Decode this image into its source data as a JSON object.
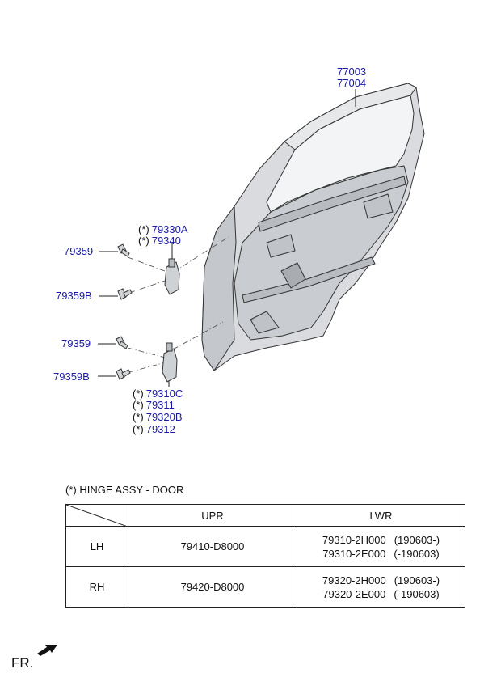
{
  "callouts": {
    "part_77003": "77003",
    "part_77004": "77004",
    "part_79330A": "79330A",
    "part_79340": "79340",
    "part_79359_upper": "79359",
    "part_79359B_upper": "79359B",
    "part_79359_lower": "79359",
    "part_79359B_lower": "79359B",
    "part_79310C": "79310C",
    "part_79311": "79311",
    "part_79320B": "79320B",
    "part_79312": "79312",
    "asterisk": "(*)"
  },
  "note": {
    "marker": "(*)",
    "title": "HINGE ASSY - DOOR"
  },
  "table": {
    "headers": [
      "UPR",
      "LWR"
    ],
    "rows": [
      {
        "side": "LH",
        "upr": "79410-D8000",
        "lwr": [
          {
            "part": "79310-2H000",
            "date": "(190603-)"
          },
          {
            "part": "79310-2E000",
            "date": "(-190603)"
          }
        ]
      },
      {
        "side": "RH",
        "upr": "79420-D8000",
        "lwr": [
          {
            "part": "79320-2H000",
            "date": "(190603-)"
          },
          {
            "part": "79320-2E000",
            "date": "(-190603)"
          }
        ]
      }
    ]
  },
  "front_marker": "FR.",
  "colors": {
    "callout_text": "#1a1aa6",
    "line": "#222222",
    "panel_fill": "#d9dbde",
    "panel_dark": "#b8bbbf"
  }
}
